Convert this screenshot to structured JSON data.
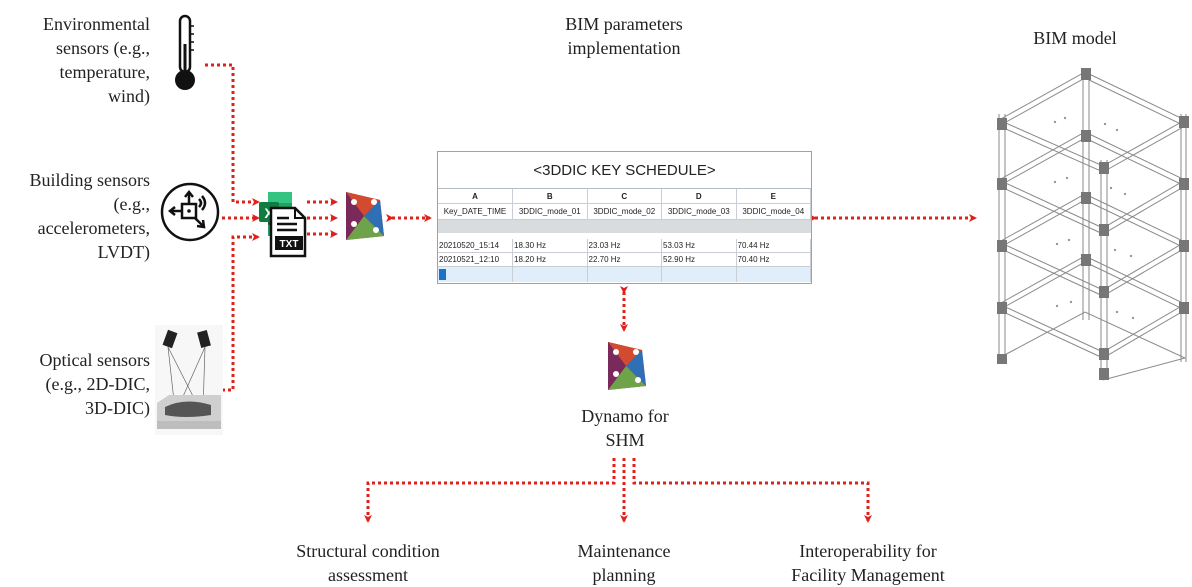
{
  "sensors": {
    "environmental": "Environmental\nsensors (e.g.,\ntemperature,\nwind)",
    "building": "Building sensors\n(e.g.,\naccelerometers,\nLVDT)",
    "optical": "Optical sensors\n(e.g., 2D-DIC,\n3D-DIC)"
  },
  "bim_params_title": "BIM parameters\nimplementation",
  "bim_model_title": "BIM model",
  "dynamo_label": "Dynamo for\nSHM",
  "file_icons": {
    "excel_letter": "X",
    "txt_label": "TXT"
  },
  "schedule": {
    "title": "<3DDIC KEY SCHEDULE>",
    "columns": [
      "A",
      "B",
      "C",
      "D",
      "E"
    ],
    "headers": [
      "Key_DATE_TIME",
      "3DDIC_mode_01",
      "3DDIC_mode_02",
      "3DDIC_mode_03",
      "3DDIC_mode_04"
    ],
    "rows": [
      [
        "20210520_15:14",
        "18.30 Hz",
        "23.03 Hz",
        "53.03 Hz",
        "70.44 Hz"
      ],
      [
        "20210521_12:10",
        "18.20 Hz",
        "22.70 Hz",
        "52.90 Hz",
        "70.40 Hz"
      ]
    ]
  },
  "outputs": {
    "structural": "Structural condition\nassessment",
    "maintenance": "Maintenance\nplanning",
    "interoperability": "Interoperability for\nFacility Management"
  },
  "colors": {
    "arrow": "#e0201b",
    "text": "#222222"
  }
}
